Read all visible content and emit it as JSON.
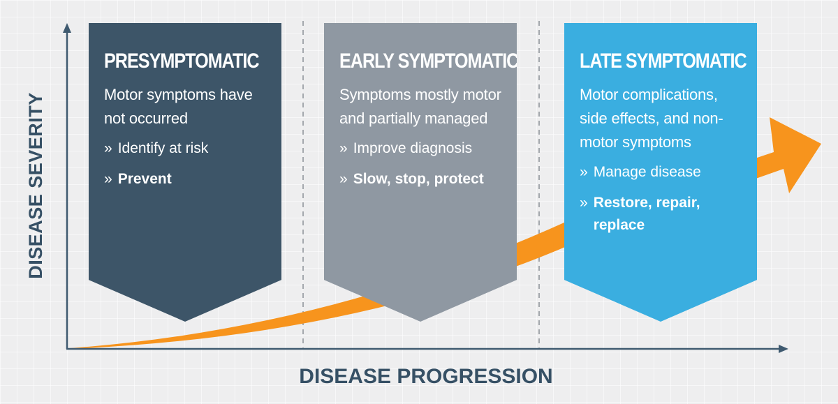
{
  "axes": {
    "y_label": "DISEASE SEVERITY",
    "x_label": "DISEASE PROGRESSION"
  },
  "colors": {
    "axis": "#3f5a70",
    "trend_arrow": "#f7941d",
    "divider": "#8a8f95"
  },
  "stages": [
    {
      "title": "PRESYMPTOMATIC",
      "description": "Motor symptoms have not occurred",
      "items": [
        {
          "text": "Identify at risk",
          "bold": false
        },
        {
          "text": "Prevent",
          "bold": true
        }
      ],
      "color": "#3d5568"
    },
    {
      "title": "EARLY SYMPTOMATIC",
      "description": "Symptoms mostly motor and partially managed",
      "items": [
        {
          "text": "Improve diagnosis",
          "bold": false
        },
        {
          "text": "Slow, stop, protect",
          "bold": true
        }
      ],
      "color": "#8f98a2"
    },
    {
      "title": "LATE SYMPTOMATIC",
      "description": "Motor complications, side effects, and non-motor symptoms",
      "items": [
        {
          "text": "Manage disease",
          "bold": false
        },
        {
          "text": "Restore, repair, replace",
          "bold": true
        }
      ],
      "color": "#3aaee0"
    }
  ],
  "bullet_mark": "»"
}
